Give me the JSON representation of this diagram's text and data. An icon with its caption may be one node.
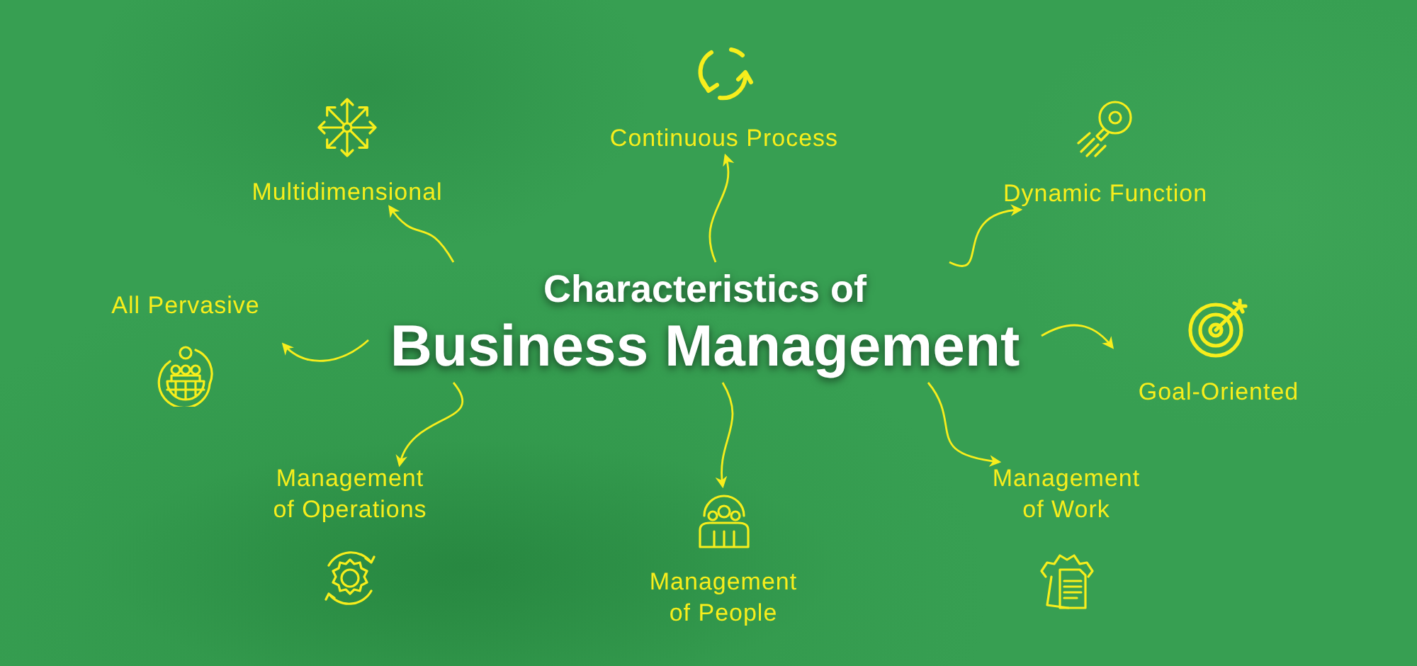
{
  "diagram": {
    "nodes": [
      {
        "text": [
          "Characteristics of",
          "Business Management"
        ]
      },
      {
        "text": [
          "Continuous Process"
        ]
      },
      {
        "text": [
          "Multidimensional"
        ]
      },
      {
        "text": [
          "Dynamic Function"
        ]
      },
      {
        "text": [
          "All Pervasive"
        ]
      },
      {
        "text": [
          "Goal-Oriented"
        ]
      },
      {
        "text": [
          "Management of Operations"
        ]
      },
      {
        "text": [
          "Management of People"
        ]
      },
      {
        "text": [
          "Management of Work"
        ]
      }
    ],
    "edges": [
      {
        "from": 0,
        "to": 1,
        "arrow": "to"
      },
      {
        "from": 0,
        "to": 2,
        "arrow": "to"
      },
      {
        "from": 0,
        "to": 3,
        "arrow": "to"
      },
      {
        "from": 0,
        "to": 4,
        "arrow": "to"
      },
      {
        "from": 0,
        "to": 5,
        "arrow": "to"
      },
      {
        "from": 0,
        "to": 6,
        "arrow": "to"
      },
      {
        "from": 0,
        "to": 7,
        "arrow": "to"
      },
      {
        "from": 0,
        "to": 8,
        "arrow": "to"
      }
    ]
  }
}
